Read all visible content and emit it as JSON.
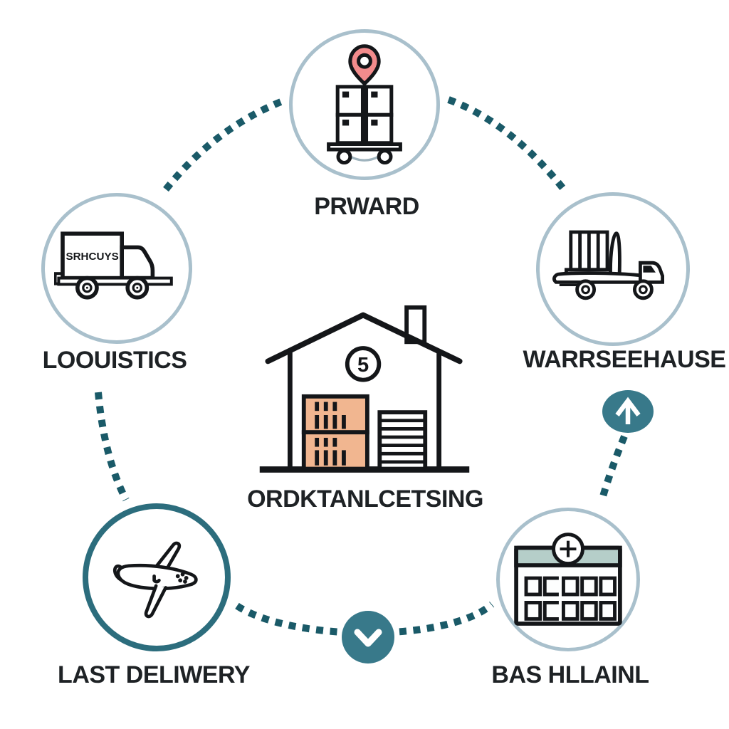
{
  "diagram_title": "supply-chain-process-diagram",
  "colors": {
    "background": "#ffffff",
    "circle_border_light": "#a9c0cc",
    "circle_border_teal": "#2c6d7d",
    "connector_dot": "#1a5a68",
    "arrow_badge_fill": "#38798a",
    "text_color": "#1e2225",
    "icon_stroke": "#141619",
    "pin_fill": "#f28b8c",
    "crate_fill": "#f1b690",
    "calendar_header_fill": "#b5cec9"
  },
  "nodes": {
    "pickup": {
      "label": "PRWARD",
      "icon": "boxes-on-cart-with-location-pin-icon"
    },
    "logistics": {
      "label": "LOOUISTICS",
      "icon": "box-truck-icon",
      "truck_text": "SRHCUYS"
    },
    "warehouse": {
      "label": "WARRSEEHAUSE",
      "icon": "flatbed-truck-icon"
    },
    "order_processing": {
      "label": "ORDKTANLCETSING",
      "icon": "warehouse-building-icon",
      "badge_number": "5"
    },
    "last_delivery": {
      "label": "LAST DELIWERY",
      "icon": "airplane-icon"
    },
    "scheduling": {
      "label": "BAS HLLAINL",
      "icon": "calendar-plus-icon"
    }
  },
  "badges": {
    "up_arrow": "up-arrow-badge",
    "down_chevron": "chevron-down-badge"
  },
  "connectors": [
    "pickup-to-logistics-dotted-arc",
    "pickup-to-warehouse-dotted-arc",
    "logistics-to-last-delivery-dotted-line",
    "last-delivery-to-scheduling-dotted-arc",
    "up-arrow-to-scheduling-dotted-line"
  ]
}
